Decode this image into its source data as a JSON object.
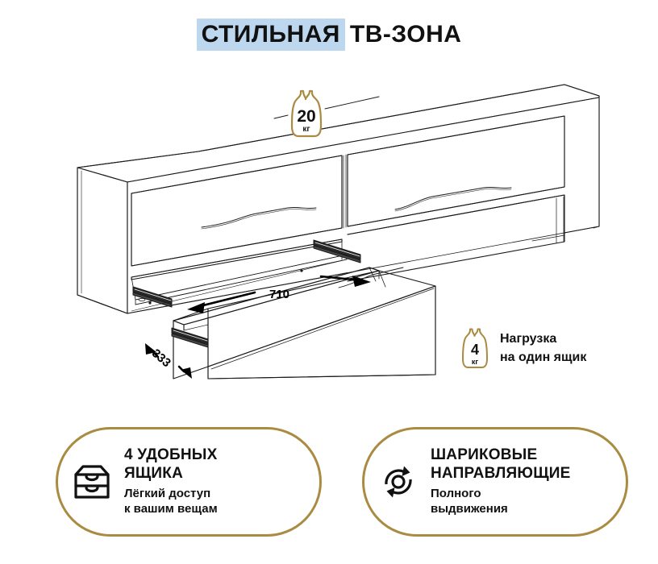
{
  "title": {
    "highlight": "СТИЛЬНАЯ",
    "rest": "ТВ-ЗОНА"
  },
  "colors": {
    "title_highlight": "#bdd7ee",
    "accent_gold": "#a98b42",
    "line": "#1a1a1a",
    "background": "#ffffff"
  },
  "badges": {
    "top": {
      "value": "20",
      "unit": "кг",
      "icon": "weight-icon"
    },
    "drawer_load": {
      "value": "4",
      "unit": "кг",
      "icon": "weight-icon",
      "caption_line1": "Нагрузка",
      "caption_line2": "на один ящик"
    }
  },
  "dimensions": {
    "width_mm": "710",
    "depth_mm": "333"
  },
  "features": [
    {
      "icon": "drawer-chest-icon",
      "head_line1": "4 УДОБНЫХ",
      "head_line2": "ЯЩИКА",
      "sub_line1": "Лёгкий доступ",
      "sub_line2": "к вашим вещам"
    },
    {
      "icon": "ball-bearing-rotation-icon",
      "head_line1": "ШАРИКОВЫЕ",
      "head_line2": "НАПРАВЛЯЮЩИЕ",
      "sub_line1": "Полного",
      "sub_line2": "выдвижения"
    }
  ]
}
